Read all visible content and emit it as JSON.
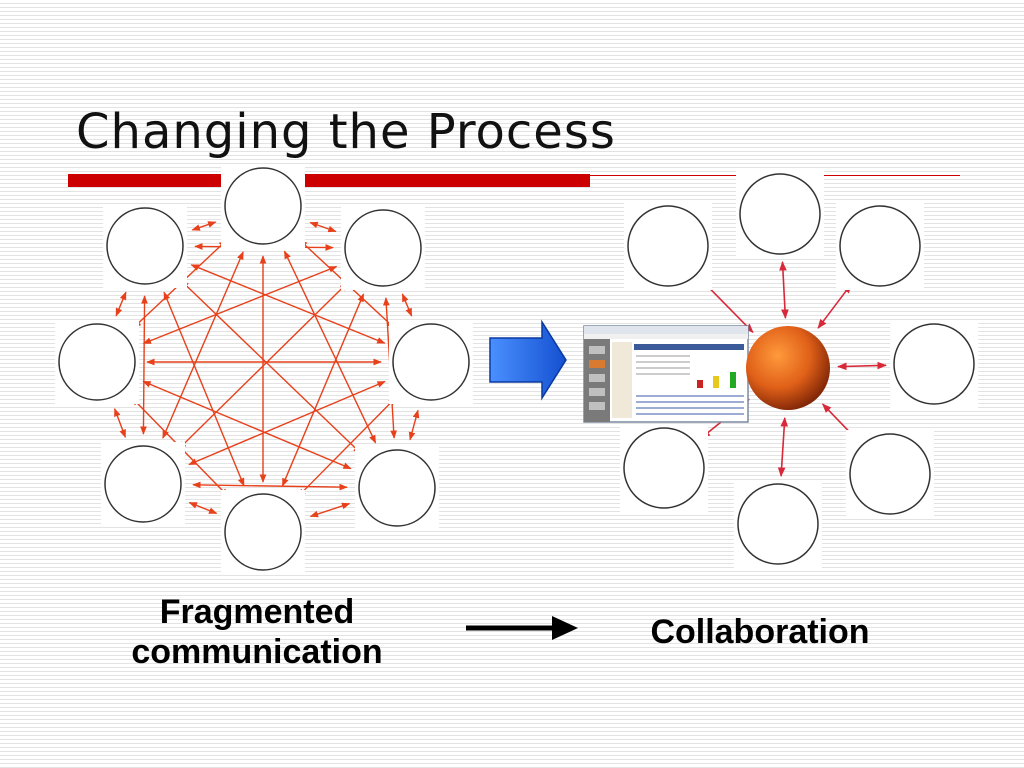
{
  "slide": {
    "title": "Changing the Process"
  },
  "captions": {
    "fragmented": "Fragmented communication",
    "collaboration": "Collaboration"
  },
  "colors": {
    "title_rule": "#cc0000",
    "mesh_arrows": "#e8401a",
    "hub_arrows": "#d8283a",
    "transition_arrow": "#1f6fe6",
    "hub_sphere": "#e06018"
  },
  "left_network": {
    "participants": [
      {
        "role": "woman-on-phone-icon"
      },
      {
        "role": "building-icon"
      },
      {
        "role": "surveyor-icon"
      },
      {
        "role": "engineer-hardhat-icon"
      },
      {
        "role": "man-portrait-icon"
      },
      {
        "role": "man-on-phone-laptop-icon"
      },
      {
        "role": "worker-phone-icon"
      },
      {
        "role": "man-at-computer-icon"
      }
    ]
  },
  "right_network": {
    "participants": [
      {
        "role": "man-at-computer-icon"
      },
      {
        "role": "woman-on-phone-icon"
      },
      {
        "role": "building-icon"
      },
      {
        "role": "surveyor-icon"
      },
      {
        "role": "engineer-hardhat-icon"
      },
      {
        "role": "man-portrait-icon"
      },
      {
        "role": "man-on-phone-laptop-icon"
      }
    ],
    "hub": "collaboration-hub-icon",
    "software": "software-window-icon"
  }
}
